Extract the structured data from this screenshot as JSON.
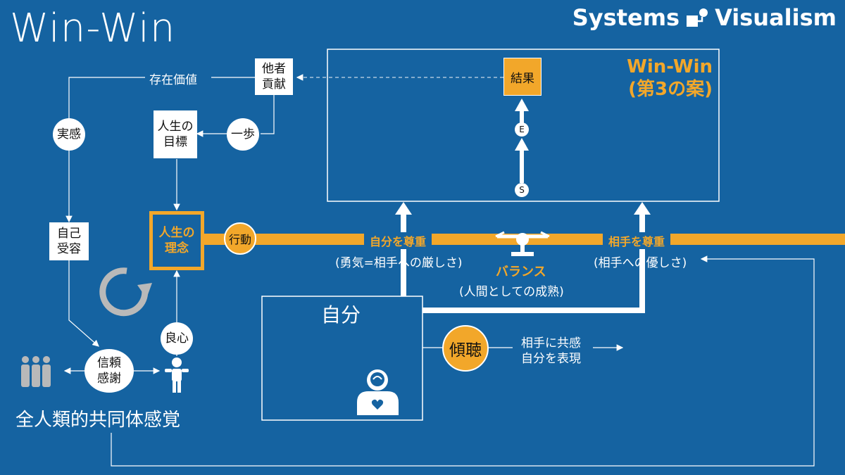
{
  "header": {
    "title": "Win-Win",
    "brand": {
      "left": "Systems",
      "right": "Visualism"
    }
  },
  "left": {
    "existence_value": "存在価値",
    "contribution": [
      "他者",
      "貢献"
    ],
    "one_step": "一歩",
    "life_goal": [
      "人生の",
      "目標"
    ],
    "realization": "実感",
    "self_acceptance": [
      "自己",
      "受容"
    ],
    "philosophy": [
      "人生の",
      "理念"
    ],
    "conscience": "良心",
    "trust": [
      "信頼",
      "感謝"
    ],
    "community": "全人類的共同体感覚"
  },
  "band": {
    "action": "行動",
    "respect_self": "自分を尊重",
    "respect_self_sub": "(勇気=相手への厳しさ)",
    "balance": "バランス",
    "balance_sub": "(人間としての成熟)",
    "respect_other": "相手を尊重",
    "respect_other_sub": "(相手への優しさ)"
  },
  "winwin": {
    "title_line1": "Win-Win",
    "title_line2": "(第3の案)",
    "result": "結果",
    "e_label": "E",
    "s_label": "S"
  },
  "self": {
    "label": "自分",
    "listening": "傾聴",
    "note_line1": "相手に共感",
    "note_line2": "自分を表現"
  },
  "colors": {
    "background": "#1563a1",
    "accent": "#f2a72a",
    "white": "#ffffff",
    "gray": "#b9b9b9"
  },
  "icons": [
    "brand-logo-icon",
    "cycle-arrow-icon",
    "people-group-icon",
    "person-icon",
    "head-heart-icon",
    "balance-scale-icon"
  ]
}
